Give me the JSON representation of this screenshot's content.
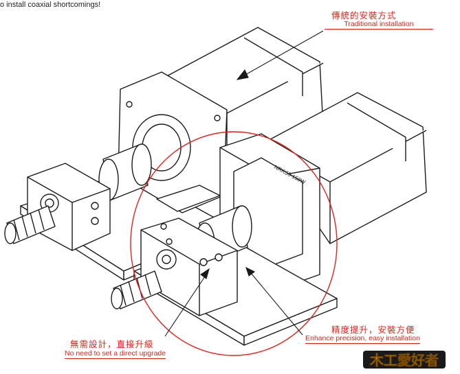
{
  "top_note": "o install coaxial shortcomings!",
  "callouts": {
    "traditional": {
      "cn": "傳統的安裝方式",
      "en": "Traditional installation"
    },
    "upgrade": {
      "cn": "無需設計，直接升級",
      "en": "No need to set a direct upgrade"
    },
    "precision": {
      "cn": "精度提升，安裝方便",
      "en": "Enhance precision, easy installation"
    }
  },
  "motor_label": "NRKS0-150W",
  "logo": {
    "text": "木工愛好者"
  },
  "colors": {
    "accent": "#e2231a",
    "line": "#1a1a1a",
    "logo_fill": "#e8b100"
  }
}
